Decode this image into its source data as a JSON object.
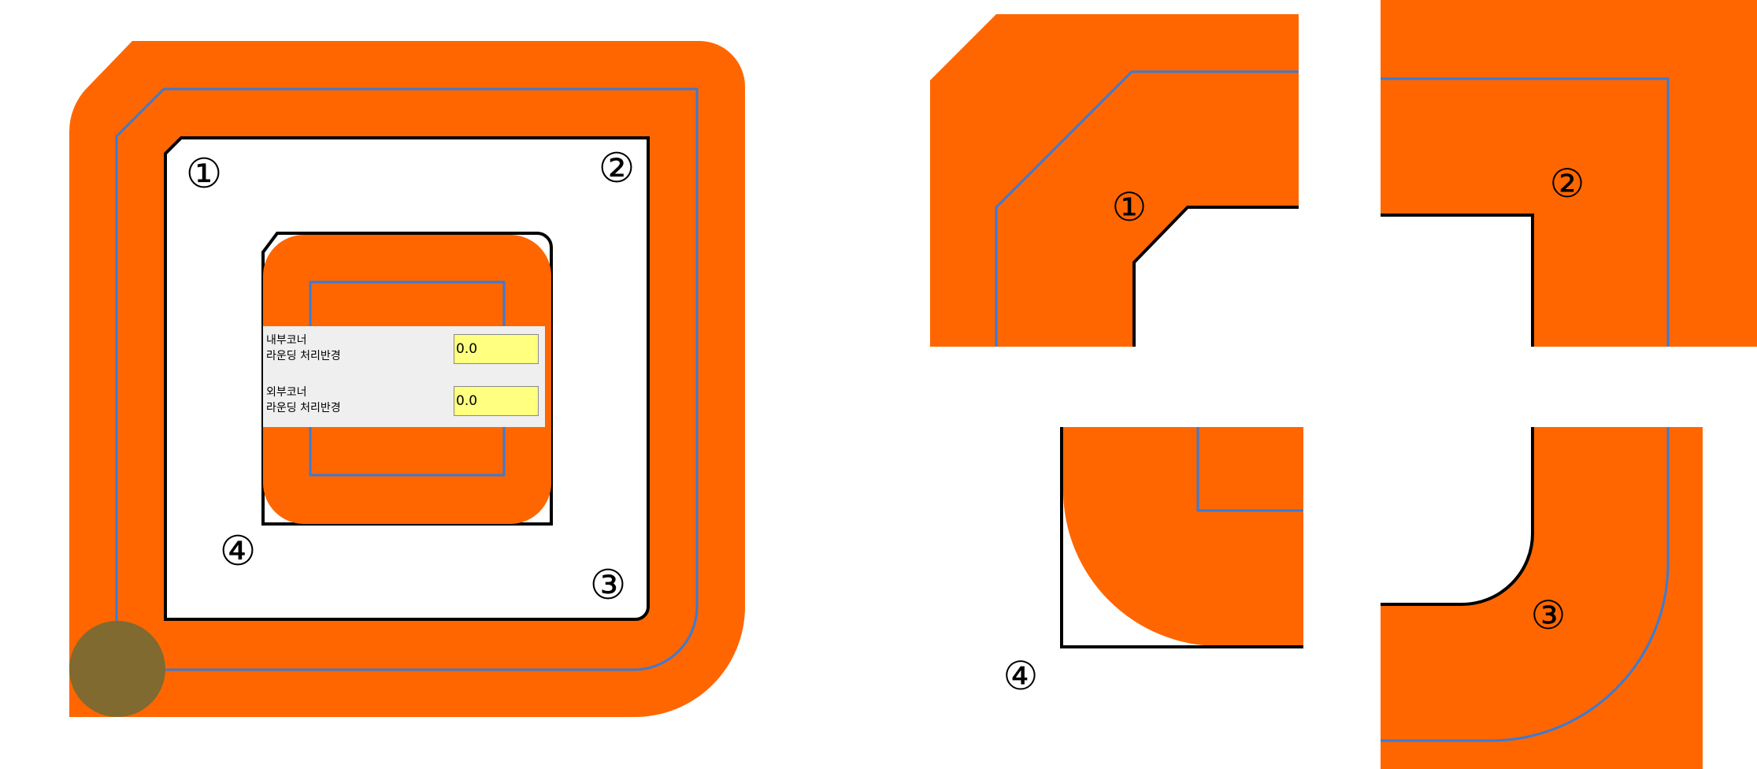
{
  "markers": {
    "m1": "①",
    "m2": "②",
    "m3": "③",
    "m4": "④"
  },
  "panel": {
    "inner": {
      "line1": "내부코너",
      "line2": "라운딩 처리반경",
      "value": "0.0"
    },
    "outer": {
      "line1": "외부코너",
      "line2": "라운딩 처리반경",
      "value": "0.0"
    }
  },
  "colors": {
    "orange": "#ff6600",
    "blue_line": "#3a7bd5",
    "outline": "#000000",
    "tool": "#806a30",
    "input_bg": "#ffff80",
    "panel_bg": "#efefef"
  }
}
